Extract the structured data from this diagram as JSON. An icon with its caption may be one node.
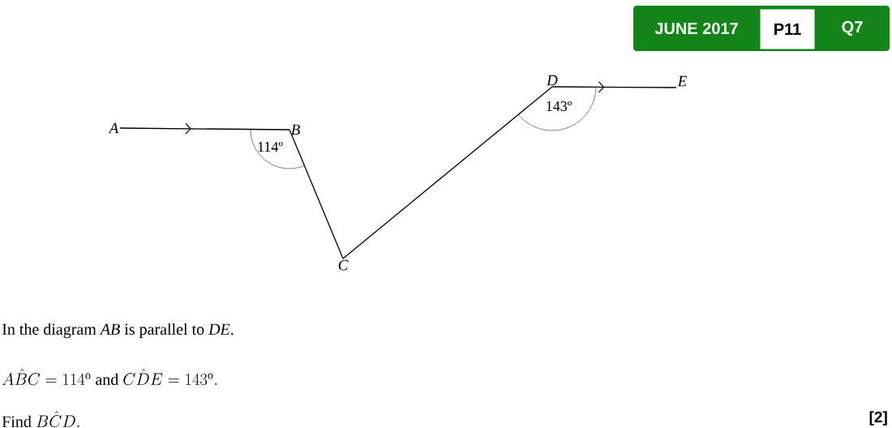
{
  "diagram": {
    "nodes": [
      {
        "text": [
          "A"
        ]
      },
      {
        "text": [
          "B"
        ]
      },
      {
        "text": [
          "C"
        ]
      },
      {
        "text": [
          "D"
        ]
      },
      {
        "text": [
          "E"
        ]
      },
      {
        "text": [
          "JUNE 2017"
        ]
      },
      {
        "text": [
          "P11"
        ]
      },
      {
        "text": [
          "Q7"
        ]
      }
    ],
    "edges": [
      {
        "from": 0,
        "to": 1,
        "arrow": "to"
      },
      {
        "from": 1,
        "to": 2,
        "arrow": "none"
      },
      {
        "from": 2,
        "to": 3,
        "arrow": "none"
      },
      {
        "from": 3,
        "to": 4,
        "arrow": "to"
      }
    ],
    "labels": [
      "114º",
      "143º",
      "In the diagram *AB* is parallel to *DE*.",
      "A\\hat{B}C = 114^{\\mathrm{o}}\\text{ and }C\\hat{D}E = 143^{\\mathrm{o}}.",
      "\\text{Find }B\\hat{C}D.",
      "[2]"
    ]
  }
}
